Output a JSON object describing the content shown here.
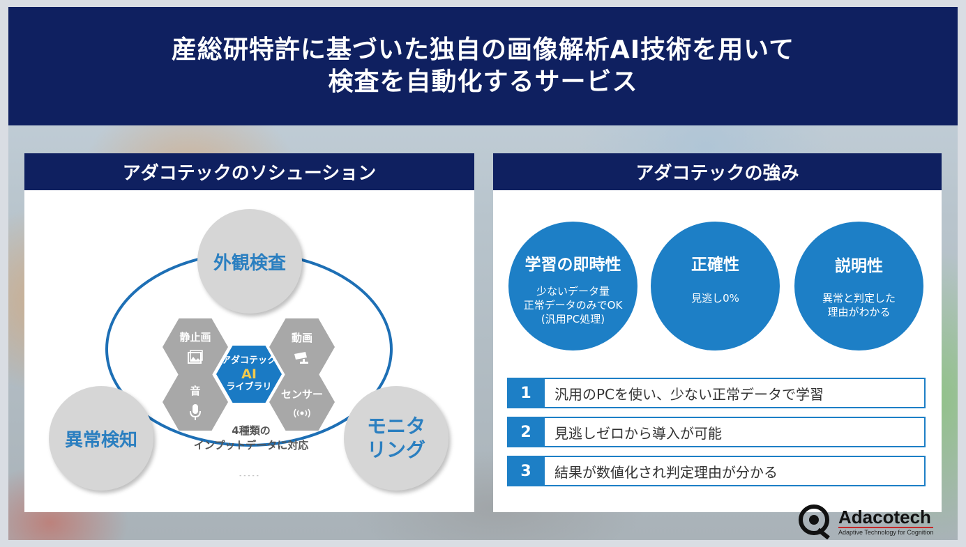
{
  "title": {
    "line1": "産総研特許に基づいた独自の画像解析AI技術を用いて",
    "line2": "検査を自動化するサービス"
  },
  "left_panel": {
    "header": "アダコテックのソシューション",
    "outer_circles": {
      "top": "外観検査",
      "left": "異常検知",
      "right_line1": "モニタ",
      "right_line2": "リング"
    },
    "hexes": {
      "still_image": "静止画",
      "video": "動画",
      "sound": "音",
      "sensor": "センサー",
      "center_line1": "アダコテック",
      "center_ai": "AI",
      "center_line2": "ライブラリ"
    },
    "caption_line1": "4種類の",
    "caption_line2": "インプットデータに対応",
    "icons": [
      "image-icon",
      "camera-icon",
      "microphone-icon",
      "sensor-wave-icon"
    ]
  },
  "right_panel": {
    "header": "アダコテックの強み",
    "strengths": [
      {
        "title": "学習の即時性",
        "lines": [
          "少ないデータ量",
          "正常データのみでOK",
          "(汎用PC処理)"
        ]
      },
      {
        "title": "正確性",
        "lines": [
          "見逃し0%"
        ]
      },
      {
        "title": "説明性",
        "lines": [
          "異常と判定した",
          "理由がわかる"
        ]
      }
    ],
    "points": [
      {
        "num": "1",
        "text": "汎用のPCを使い、少ない正常データで学習"
      },
      {
        "num": "2",
        "text": "見逃しゼロから導入が可能"
      },
      {
        "num": "3",
        "text": "結果が数値化され判定理由が分かる"
      }
    ]
  },
  "logo": {
    "name": "Adacotech",
    "tagline": "Adaptive Technology for Cognition"
  },
  "colors": {
    "navy": "#0f2060",
    "blue": "#1d7fc6",
    "gray_circle": "#d6d6d6",
    "hex_gray": "#a8a8a8",
    "ai_yellow": "#f2c94c"
  }
}
